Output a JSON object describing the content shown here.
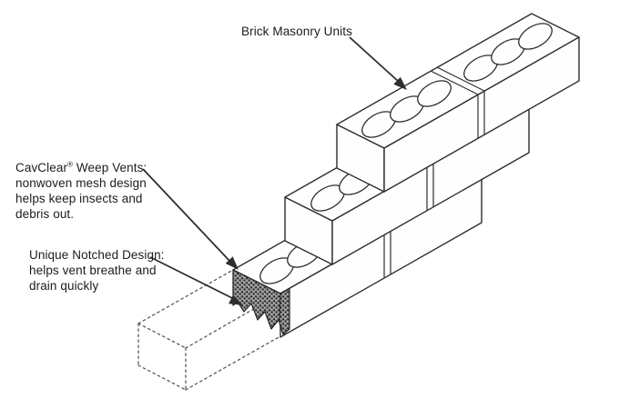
{
  "labels": {
    "brick_units": {
      "text": "Brick Masonry Units"
    },
    "weep_vents": {
      "brand": "CavClear",
      "registered_mark": "®",
      "title_rest": " Weep Vents:",
      "line2": "nonwoven mesh design",
      "line3": "helps keep insects and",
      "line4": "debris out."
    },
    "notched": {
      "line1": "Unique Notched Design:",
      "line2": "helps vent breathe and",
      "line3": "drain quickly"
    }
  },
  "diagram": {
    "type": "isometric-cutaway-line-drawing",
    "subject": "brick wall with CavClear weep vent at end of bottom course",
    "courses": 3,
    "bricks_visible_top_course": 2,
    "core_holes_per_brick": 3,
    "weep_vent_bottom_edge": "notched-zigzag",
    "hidden_continuation_brick": "dashed-outline",
    "colors": {
      "line": "#2e2e2e",
      "brick-fill": "#fefefe",
      "vent-base": "#8a8a8a",
      "vent-dot-dark": "#1f1f1f",
      "vent-dot-light": "#d2d2d2",
      "background": "#ffffff",
      "text": "#1c1c1c"
    }
  }
}
